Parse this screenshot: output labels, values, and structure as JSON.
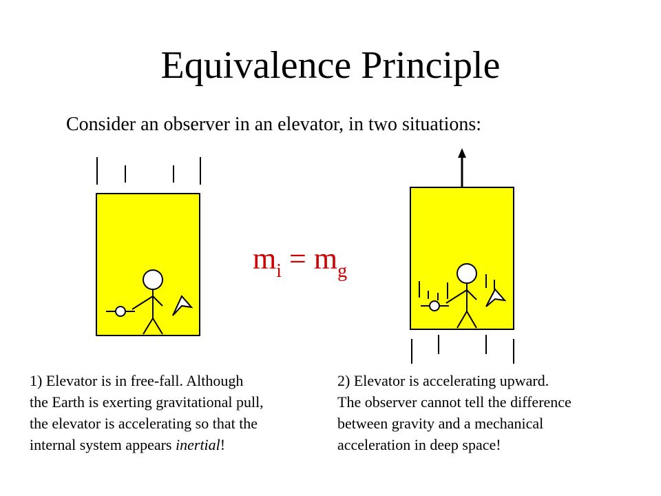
{
  "slide": {
    "title": "Equivalence Principle",
    "subtitle": "Consider an observer in an elevator, in two situations:"
  },
  "equation": {
    "lhs": "m",
    "lhs_sub": "i",
    "op": " = ",
    "rhs": "m",
    "rhs_sub": "g",
    "color": "#cc0000"
  },
  "captions": {
    "freefall": {
      "line1": "1) Elevator is in free-fall.  Although",
      "line2": "the Earth is exerting gravitational pull,",
      "line3": "the elevator is accelerating so that the",
      "line4_before": "internal system appears ",
      "line4_em": "inertial",
      "line4_after": "!"
    },
    "accelerating": {
      "line1": "2) Elevator is accelerating upward.",
      "line2": "The observer cannot tell the difference",
      "line3": "between gravity and a mechanical",
      "line4": "acceleration in deep space!"
    }
  },
  "colors": {
    "elevator_fill": "#ffff00",
    "stroke": "#000000"
  }
}
